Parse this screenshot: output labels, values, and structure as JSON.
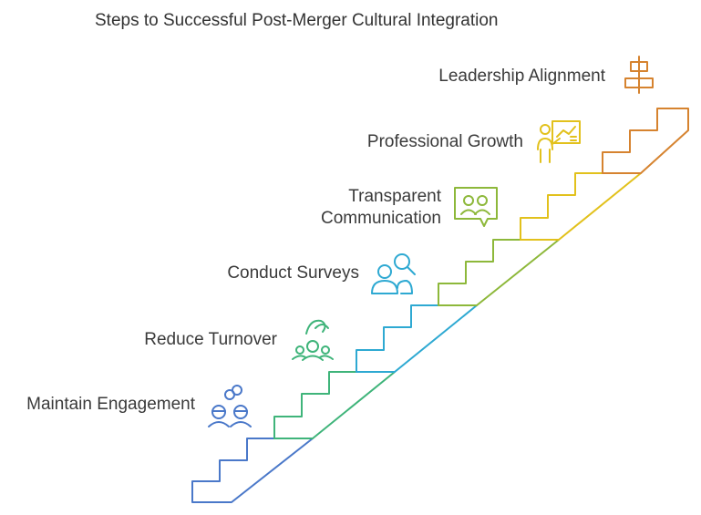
{
  "title": "Steps to Successful Post-Merger Cultural Integration",
  "steps": [
    {
      "label": "Maintain Engagement",
      "icon": "engagement-people-icon",
      "color": "#4a78c9"
    },
    {
      "label": "Reduce Turnover",
      "icon": "team-retention-icon",
      "color": "#3fb47a"
    },
    {
      "label": "Conduct Surveys",
      "icon": "person-search-icon",
      "color": "#2ea9d2"
    },
    {
      "label": "Transparent Communication",
      "icon": "chat-people-icon",
      "color": "#8db83a"
    },
    {
      "label": "Professional Growth",
      "icon": "presenter-chart-icon",
      "color": "#e2c11c"
    },
    {
      "label": "Leadership Alignment",
      "icon": "alignment-icon",
      "color": "#d6832f"
    }
  ]
}
